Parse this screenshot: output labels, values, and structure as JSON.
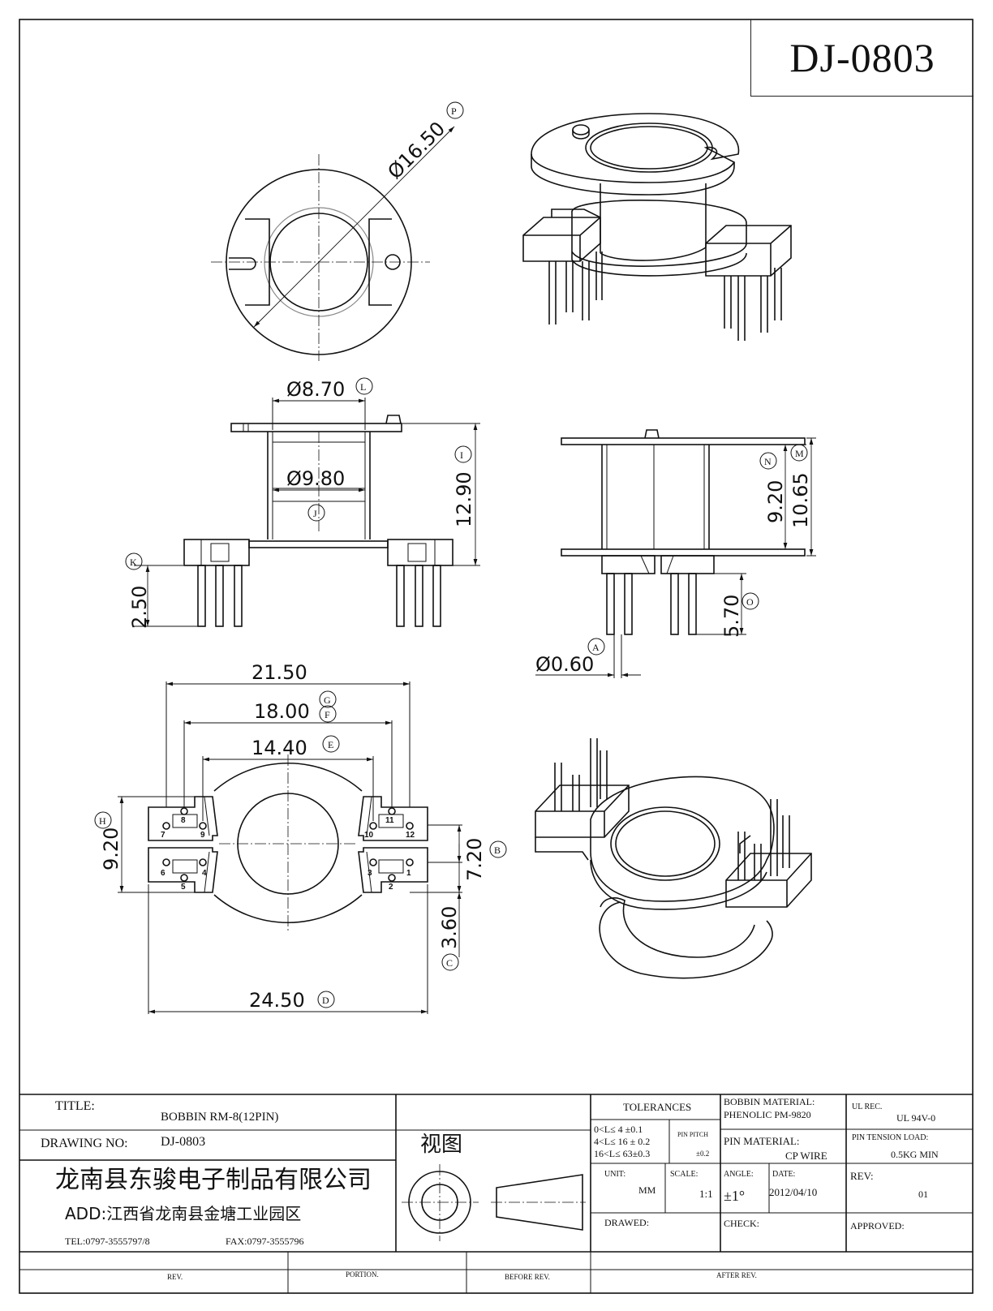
{
  "drawing_code": "DJ-0803",
  "dimensions": {
    "P": {
      "value": "Ø16.50",
      "ref": "P"
    },
    "L": {
      "value": "Ø8.70",
      "ref": "L"
    },
    "I": {
      "value": "12.90",
      "ref": "I"
    },
    "J": {
      "value": "Ø9.80",
      "ref": "J"
    },
    "K": {
      "value": "2.50",
      "ref": "K"
    },
    "N": {
      "value": "9.20",
      "ref": "N"
    },
    "M": {
      "value": "10.65",
      "ref": "M"
    },
    "O": {
      "value": "5.70",
      "ref": "O"
    },
    "A": {
      "value": "Ø0.60",
      "ref": "A"
    },
    "G": {
      "value": "21.50",
      "ref": "G"
    },
    "F": {
      "value": "18.00",
      "ref": "F"
    },
    "E": {
      "value": "14.40",
      "ref": "E"
    },
    "H": {
      "value": "9.20",
      "ref": "H"
    },
    "B": {
      "value": "7.20",
      "ref": "B"
    },
    "C": {
      "value": "3.60",
      "ref": "C"
    },
    "D": {
      "value": "24.50",
      "ref": "D"
    }
  },
  "pins": [
    "1",
    "2",
    "3",
    "4",
    "5",
    "6",
    "7",
    "8",
    "9",
    "10",
    "11",
    "12"
  ],
  "title_block": {
    "title_label": "TITLE:",
    "title_value": "BOBBIN   RM-8(12PIN)",
    "drawing_no_label": "DRAWING NO:",
    "drawing_no_value": "DJ-0803",
    "company": "龙南县东骏电子制品有限公司",
    "address": "ADD:江西省龙南县金塘工业园区",
    "tel": "TEL:0797-3555797/8",
    "fax": "FAX:0797-3555796",
    "view_label": "视图",
    "tolerances_label": "TOLERANCES",
    "tol_1": "0<L≤ 4  ±0.1",
    "tol_2": "4<L≤ 16  ± 0.2",
    "tol_3": "16<L≤ 63±0.3",
    "pin_pitch_label": "PIN PITCH",
    "pin_pitch_value": "±0.2",
    "unit_label": "UNIT:",
    "unit_value": "MM",
    "scale_label": "SCALE:",
    "scale_value": "1:1",
    "angle_label": "ANGLE:",
    "angle_value": "±1°",
    "date_label": "DATE:",
    "date_value": "2012/04/10",
    "bobbin_material_label": "BOBBIN MATERIAL:",
    "bobbin_material_value": "PHENOLIC  PM-9820",
    "ul_label": "UL REC.",
    "ul_value": "UL  94V-0",
    "pin_material_label": "PIN MATERIAL:",
    "pin_material_value": "CP WIRE",
    "pin_tension_label": "PIN TENSION LOAD:",
    "pin_tension_value": "0.5KG MIN",
    "rev_label": "REV:",
    "rev_value": "01",
    "drawed_label": "DRAWED:",
    "check_label": "CHECK:",
    "approved_label": "APPROVED:"
  },
  "revision_row": {
    "rev": "REV.",
    "portion": "PORTION.",
    "before_rev": "BEFORE REV.",
    "after_rev": "AFTER REV."
  }
}
